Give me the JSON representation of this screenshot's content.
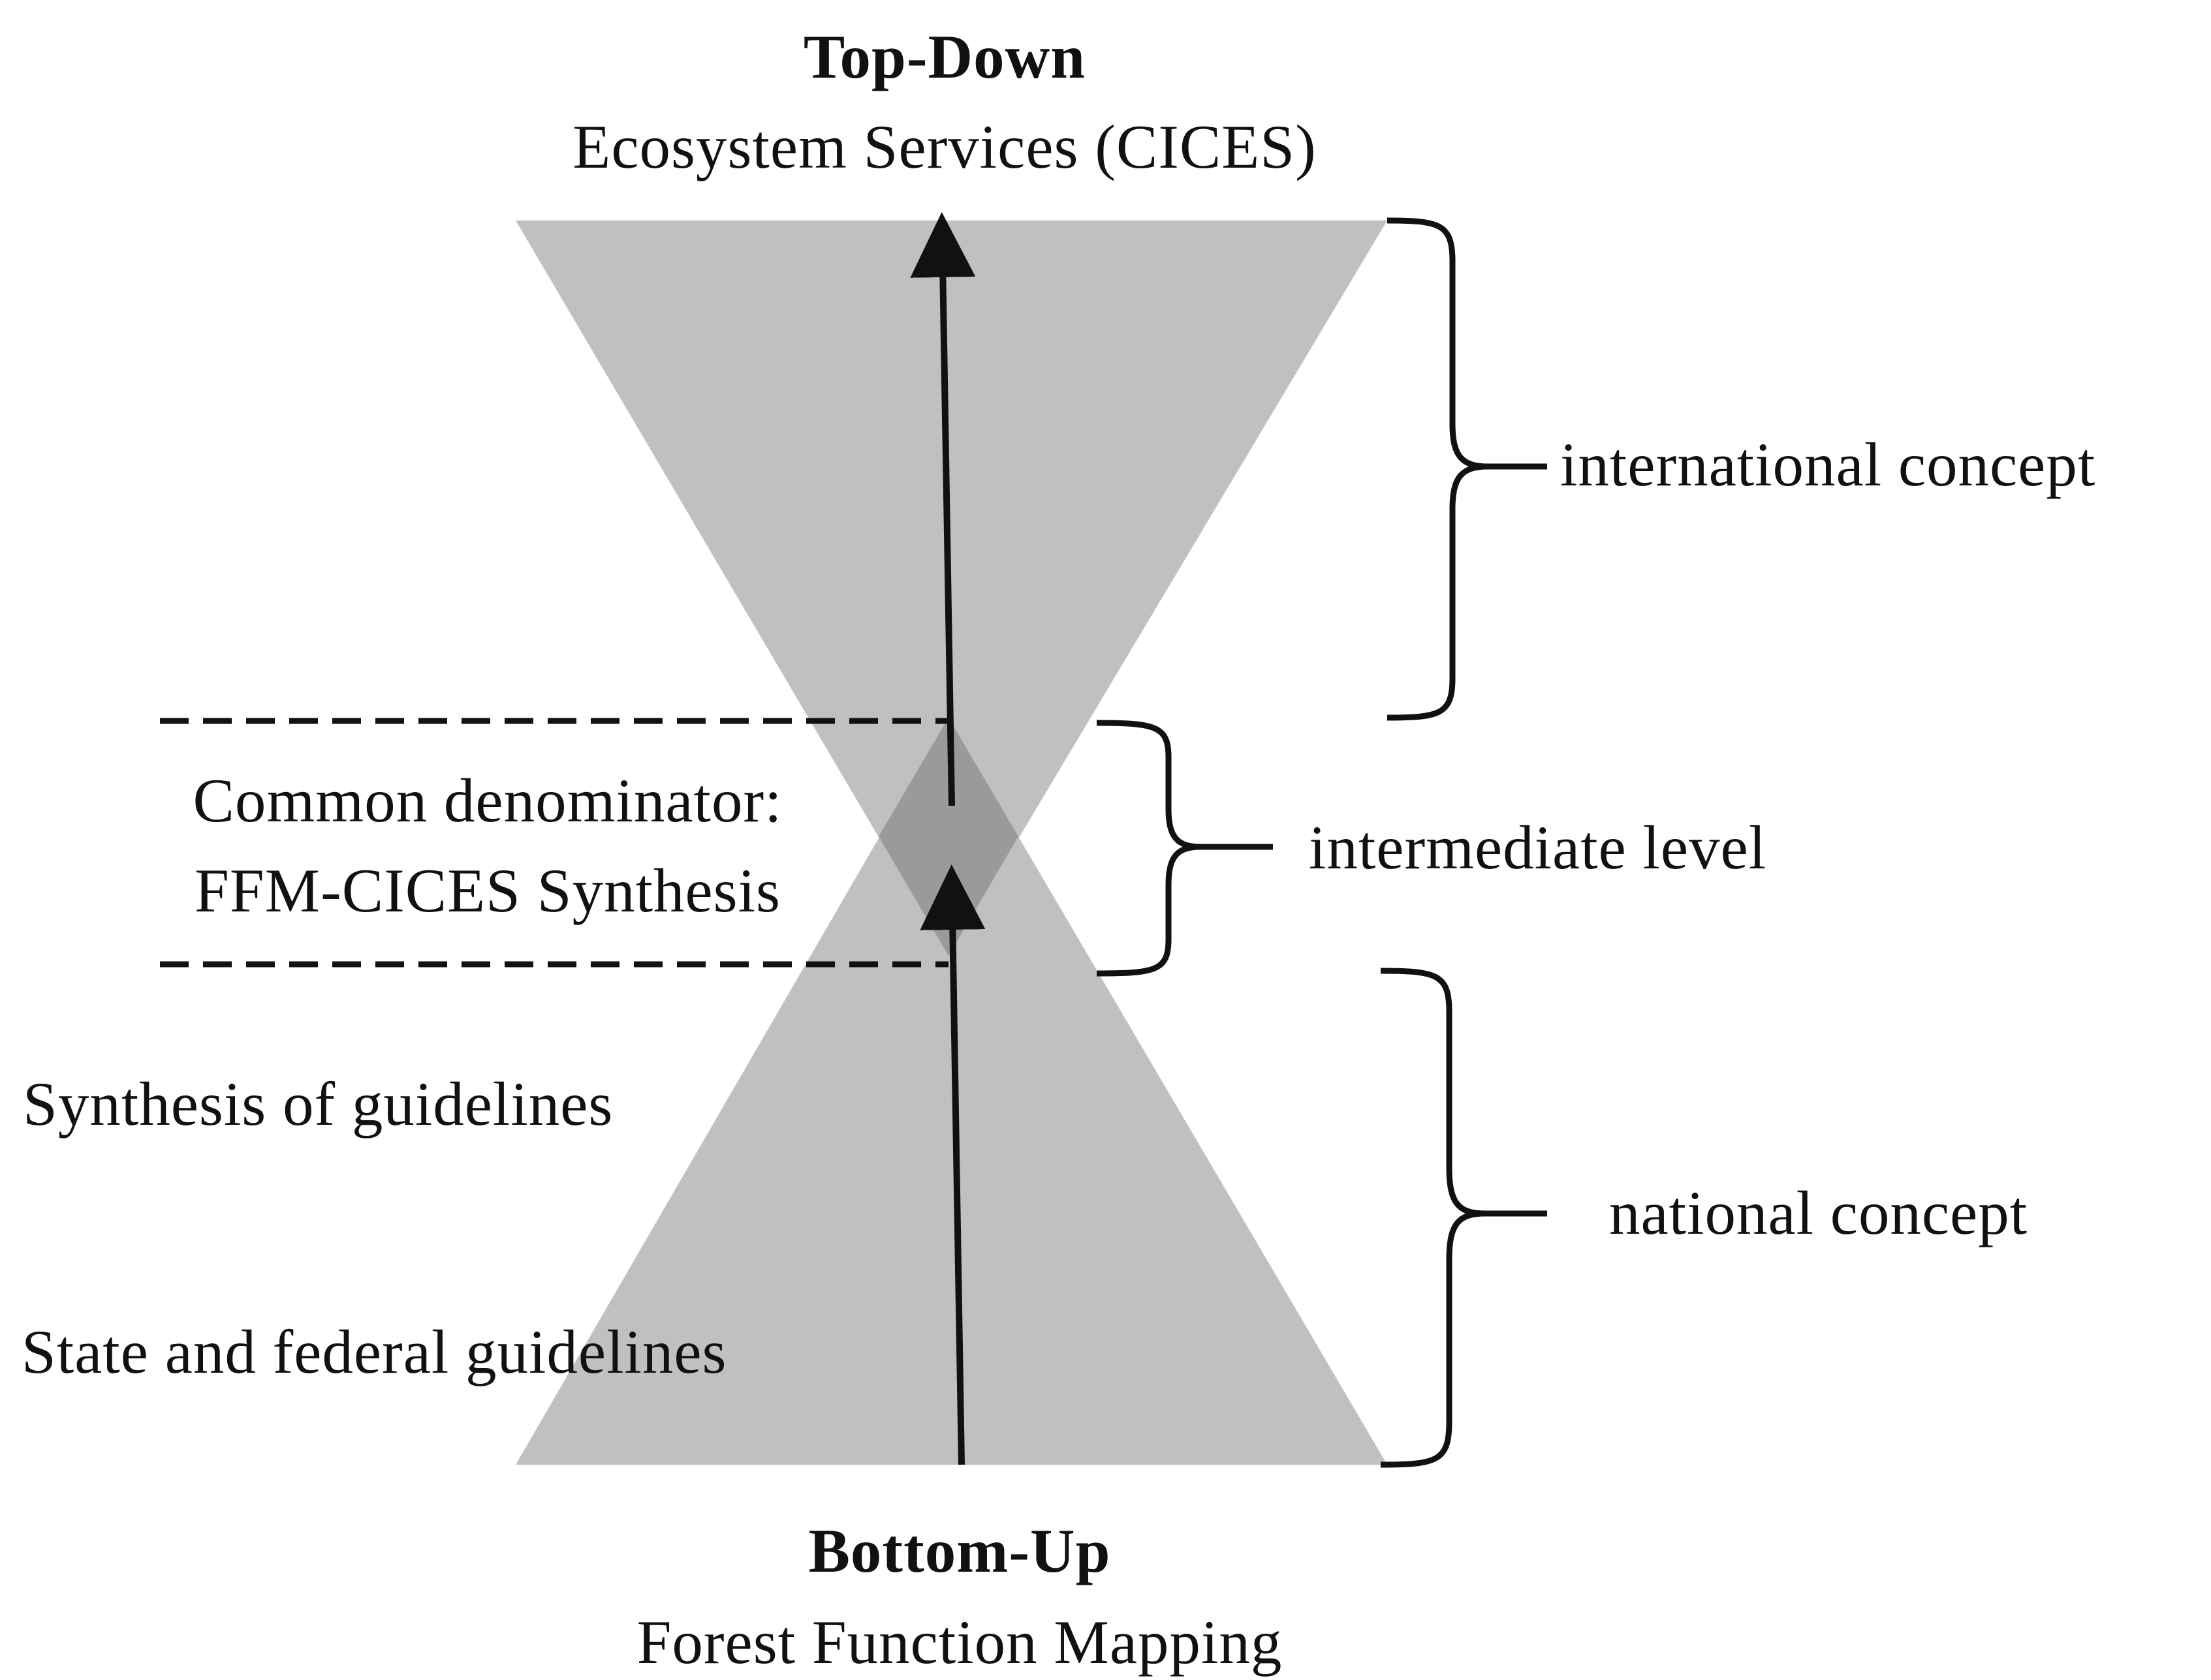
{
  "top": {
    "title": "Top-Down",
    "subtitle": "Ecosystem Services (CICES)"
  },
  "bottom": {
    "title": "Bottom-Up",
    "subtitle": "Forest Function Mapping"
  },
  "middle": {
    "line1": "Common denominator:",
    "line2": "FFM-CICES Synthesis"
  },
  "left_labels": {
    "synthesis": "Synthesis of guidelines",
    "state": "State and federal guidelines"
  },
  "brackets": {
    "international": "international concept",
    "intermediate": "intermediate level",
    "national": "national concept"
  },
  "colors": {
    "triangle_fill": "#c0c0c0",
    "overlap_fill": "#9a9a9a",
    "line": "#111111"
  }
}
